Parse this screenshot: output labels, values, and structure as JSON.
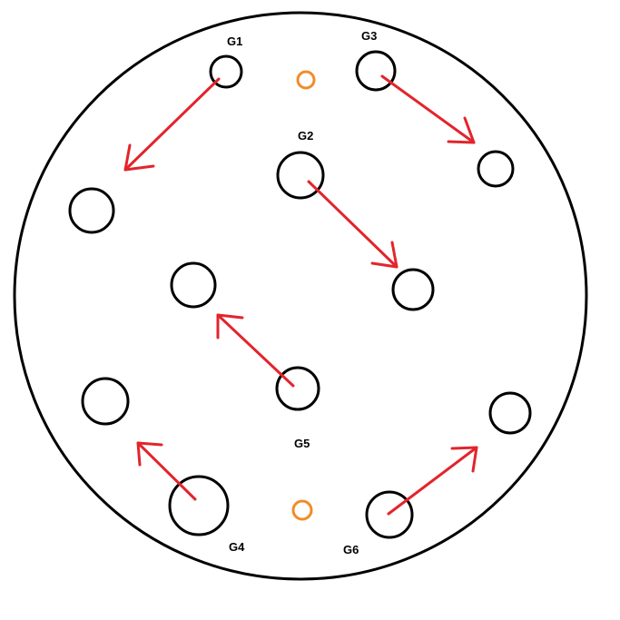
{
  "labels": {
    "g1": "G1",
    "g2": "G2",
    "g3": "G3",
    "g4": "G4",
    "g5": "G5",
    "g6": "G6"
  },
  "colors": {
    "background": "#ffffff",
    "outline": "#000000",
    "arrow": "#e3242b",
    "marker": "#f28c28"
  }
}
